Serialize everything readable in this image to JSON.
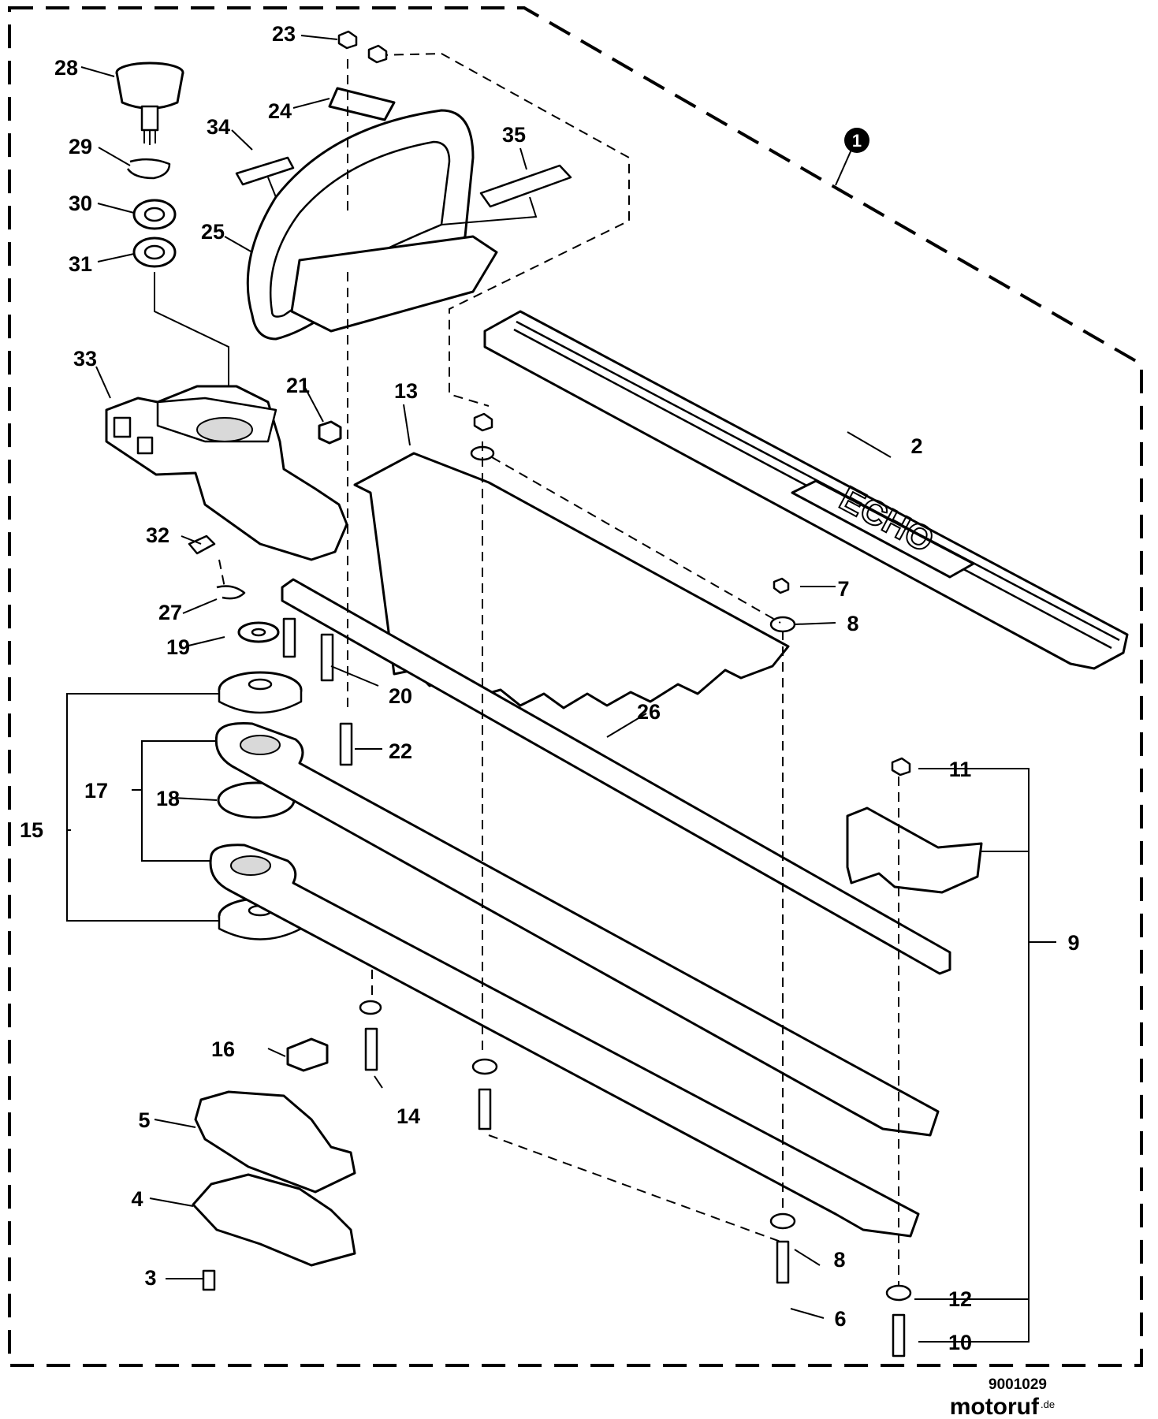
{
  "diagram": {
    "assembly_marker": "1",
    "callouts": [
      "2",
      "3",
      "4",
      "5",
      "6",
      "7",
      "8",
      "8",
      "9",
      "10",
      "11",
      "12",
      "13",
      "14",
      "15",
      "16",
      "17",
      "18",
      "19",
      "20",
      "21",
      "22",
      "23",
      "24",
      "25",
      "26",
      "27",
      "28",
      "29",
      "30",
      "31",
      "32",
      "33",
      "34",
      "35"
    ],
    "logo_text": "ECHO",
    "figure_code": "9001029",
    "watermark": {
      "text": "motoruf",
      "suffix": ".de"
    }
  }
}
